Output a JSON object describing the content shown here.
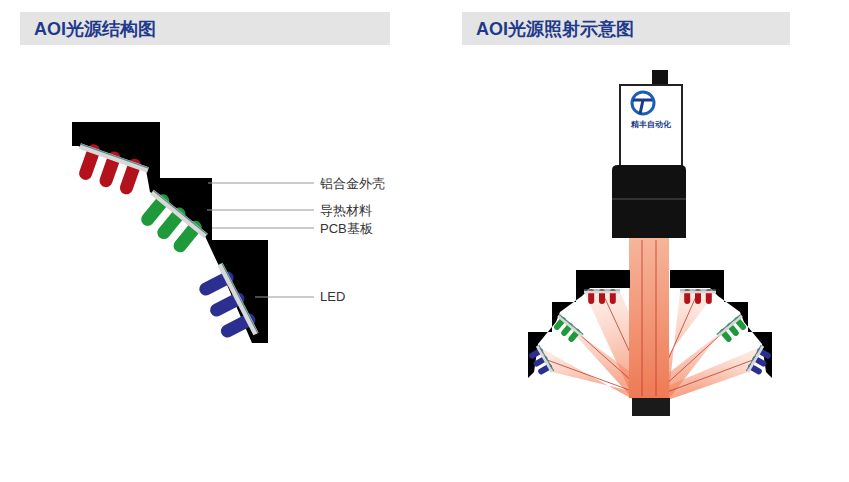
{
  "diagram": {
    "nodes": [
      {
        "text": [
          "AOI光源结构图"
        ]
      },
      {
        "text": [
          "AOI光源照射示意图"
        ]
      }
    ],
    "labels": [
      "铝合金外壳",
      "导热材料",
      "PCB基板",
      "LED",
      "精丰自动化"
    ]
  }
}
